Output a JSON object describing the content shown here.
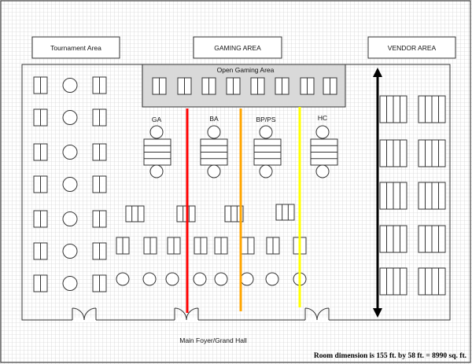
{
  "areas": {
    "tournament": "Tournament Area",
    "gaming": "GAMING AREA",
    "vendor": "VENDOR AREA",
    "open_gaming": "Open Gaming Area"
  },
  "stations": [
    {
      "label": "GA"
    },
    {
      "label": "BA"
    },
    {
      "label": "BP/PS"
    },
    {
      "label": "HC"
    }
  ],
  "footer": {
    "foyer": "Main Foyer/Grand Hall",
    "dimension": "Room dimension is 155 ft. by 58 ft. = 8990 sq. ft."
  },
  "colors": {
    "grid": "#c8c8c8",
    "open_gaming_fill": "#d9d9d9",
    "divider_red": "#ff0000",
    "divider_orange": "#ffa500",
    "divider_yellow": "#ffff00",
    "arrow": "#000000"
  }
}
